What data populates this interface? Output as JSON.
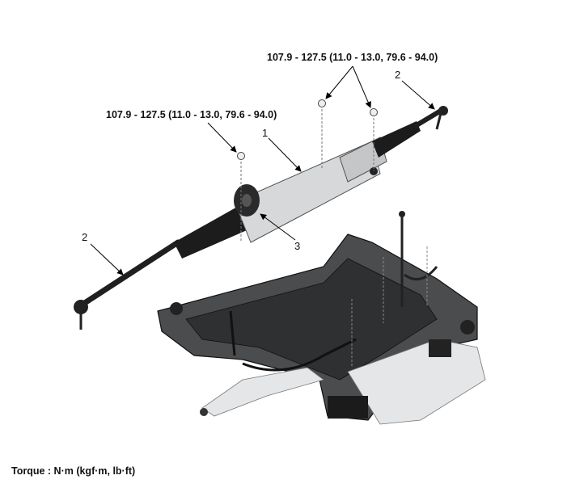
{
  "torque_labels": {
    "top": "107.9 - 127.5 (11.0 - 13.0, 79.6 - 94.0)",
    "left": "107.9 - 127.5 (11.0 - 13.0, 79.6 - 94.0)"
  },
  "callouts": {
    "rack": "1",
    "tie_rod_right": "2",
    "tie_rod_left": "2",
    "mount": "3"
  },
  "footer": {
    "torque_unit": "Torque : N·m (kgf·m, lb·ft)"
  }
}
